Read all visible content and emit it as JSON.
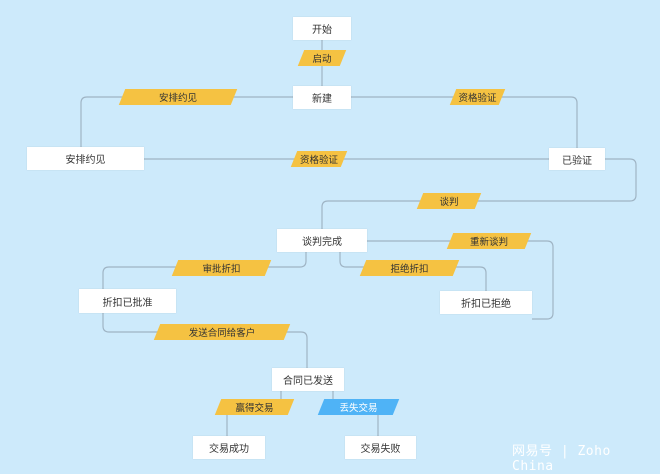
{
  "nodes": {
    "start": "开始",
    "new": "新建",
    "meeting": "安排约见",
    "verified": "已验证",
    "negotiated": "谈判完成",
    "discount_approved": "折扣已批准",
    "discount_rejected": "折扣已拒绝",
    "contract_sent": "合同已发送",
    "deal_won": "交易成功",
    "deal_lost": "交易失败"
  },
  "transitions": {
    "launch": "启动",
    "schedule_meeting": "安排约见",
    "qualify_top": "资格验证",
    "qualify_mid": "资格验证",
    "negotiate": "谈判",
    "renegotiate": "重新谈判",
    "approve_discount": "审批折扣",
    "reject_discount": "拒绝折扣",
    "send_contract": "发送合同给客户",
    "win": "赢得交易",
    "lose": "丢失交易"
  },
  "watermark": "网易号 | Zoho China",
  "colors": {
    "background": "#cdeafb",
    "transition": "#f5c242",
    "lose_transition": "#4fb3f6",
    "line": "#9fb4c4"
  }
}
